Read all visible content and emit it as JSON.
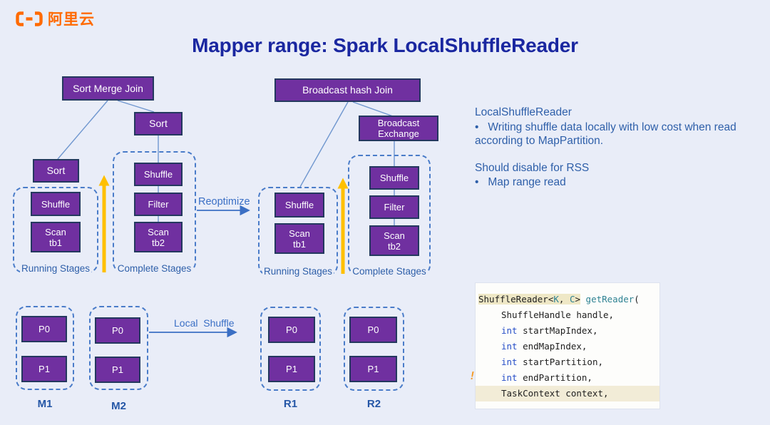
{
  "logo": {
    "text": "阿里云",
    "color": "#FF6A00"
  },
  "title": {
    "text": "Mapper range: Spark LocalShuffleReader",
    "color": "#1A27A0"
  },
  "colors": {
    "background": "#E9EDF8",
    "node_fill": "#7030A0",
    "node_border": "#24385F",
    "dashed_border": "#4A7CC9",
    "stage_label": "#2E5FA9",
    "title": "#1A27A0",
    "logo_orange": "#FF6A00",
    "up_arrow_yellow": "#FFC000",
    "flow_arrow_blue": "#3B6FC4",
    "code_keyword": "#2850C8",
    "code_function": "#2E8292",
    "code_highlight": "#EFE8C6"
  },
  "flow_left": {
    "root": "Sort Merge Join",
    "sort_left": "Sort",
    "sort_right": "Sort",
    "running_stages": {
      "label": "Running Stages",
      "shuffle": "Shuffle",
      "scan_line1": "Scan",
      "scan_line2": "tb1"
    },
    "complete_stages": {
      "label": "Complete Stages",
      "shuffle": "Shuffle",
      "filter": "Filter",
      "scan_line1": "Scan",
      "scan_line2": "tb2"
    }
  },
  "reoptimize_label": "Reoptimize",
  "flow_right": {
    "root": "Broadcast hash Join",
    "exchange_line1": "Broadcast",
    "exchange_line2": "Exchange",
    "running_stages": {
      "label": "Running Stages",
      "shuffle": "Shuffle",
      "scan_line1": "Scan",
      "scan_line2": "tb1"
    },
    "complete_stages": {
      "label": "Complete Stages",
      "shuffle": "Shuffle",
      "filter": "Filter",
      "scan_line1": "Scan",
      "scan_line2": "tb2"
    }
  },
  "notes": {
    "heading1": "LocalShuffleReader",
    "bullet": "•",
    "bullet1": "Writing shuffle data locally with low cost when read according to MapPartition.",
    "heading2": "Should disable for RSS",
    "bullet2": "Map range read"
  },
  "shuffle_flow": {
    "arrow_label": "Local  Shuffle",
    "mappers": [
      {
        "label": "M1",
        "p0": "P0",
        "p1": "P1"
      },
      {
        "label": "M2",
        "p0": "P0",
        "p1": "P1"
      }
    ],
    "reducers": [
      {
        "label": "R1",
        "p0": "P0",
        "p1": "P1"
      },
      {
        "label": "R2",
        "p0": "P0",
        "p1": "P1"
      }
    ]
  },
  "code": {
    "sig": {
      "p1": "ShuffleReader<",
      "k": "K",
      "comma": ", ",
      "c": "C",
      "gt": ">",
      "space": " ",
      "fn": "getReader",
      "paren": "("
    },
    "params": [
      {
        "kw": "",
        "rest": "ShuffleHandle handle,"
      },
      {
        "kw": "int ",
        "rest": "startMapIndex,"
      },
      {
        "kw": "int ",
        "rest": "endMapIndex,"
      },
      {
        "kw": "int ",
        "rest": "startPartition,"
      },
      {
        "kw": "int ",
        "rest": "endPartition,"
      },
      {
        "kw": "",
        "rest": "TaskContext context,"
      }
    ],
    "gutter_marker": "!"
  }
}
